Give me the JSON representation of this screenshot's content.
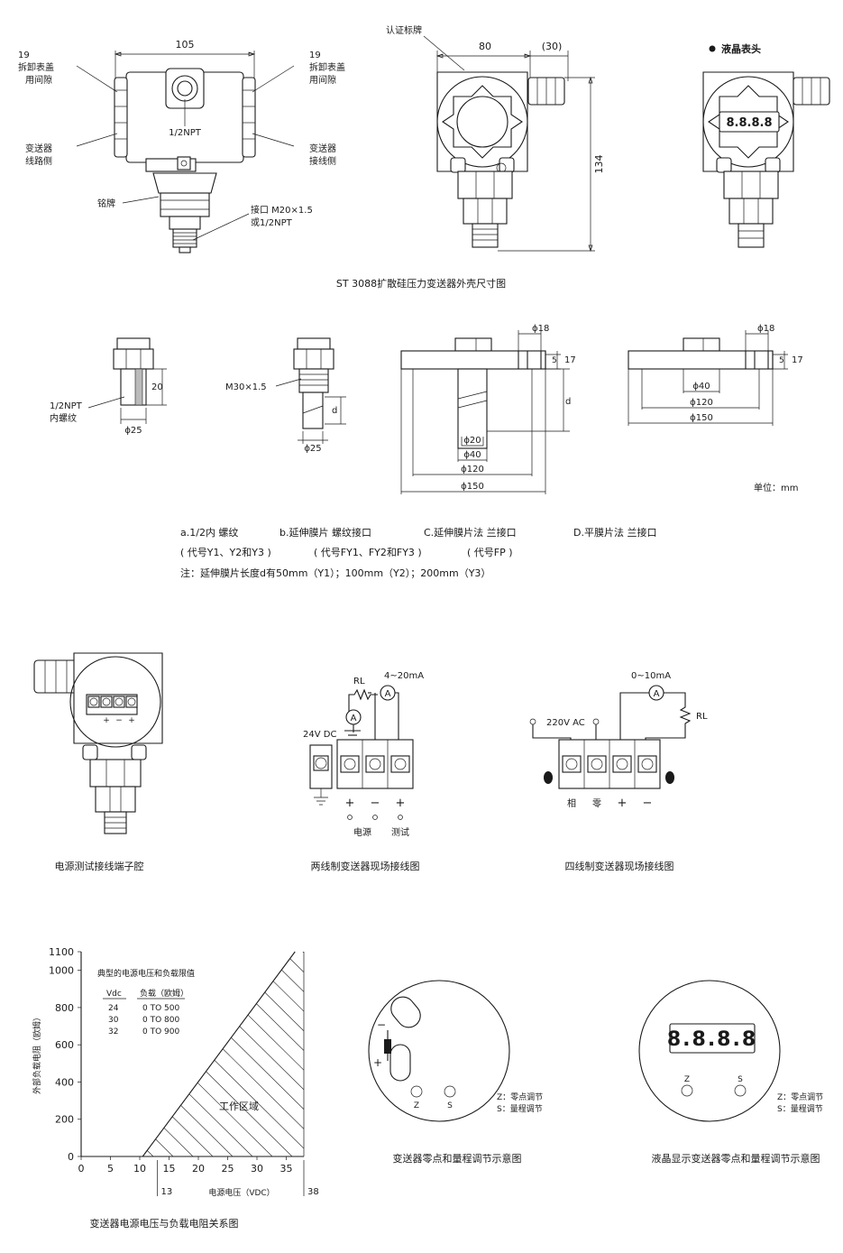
{
  "dims_top": {
    "w105": "105",
    "w80": "80",
    "w30": "(30)",
    "h134": "134",
    "npt": "1/2NPT",
    "gap_l_1": "19",
    "gap_l_2": "拆卸表盖",
    "gap_l_3": "用间隙",
    "gap_r_1": "19",
    "gap_r_2": "拆卸表盖",
    "gap_r_3": "用间隙",
    "wire_l_1": "变送器",
    "wire_l_2": "线路侧",
    "wire_r_1": "变送器",
    "wire_r_2": "接线侧",
    "nameplate": "铭牌",
    "port_1": "接口 M20×1.5",
    "port_2": "或1/2NPT",
    "cert": "认证标牌",
    "lcd_head": "液晶表头",
    "title": "ST 3088扩散硅压力变送器外壳尺寸图"
  },
  "connections": {
    "a_npt_1": "1/2NPT",
    "a_npt_2": "内螺纹",
    "a_20": "20",
    "a_25": "ϕ25",
    "b_m30": "M30×1.5",
    "b_d": "d",
    "b_25": "ϕ25",
    "c_18": "ϕ18",
    "c_5": "5",
    "c_17": "17",
    "c_d": "d",
    "c_20": "ϕ20",
    "c_40": "ϕ40",
    "c_120": "ϕ120",
    "c_150": "ϕ150",
    "d_18": "ϕ18",
    "d_5": "5",
    "d_17": "17",
    "d_40": "ϕ40",
    "d_120": "ϕ120",
    "d_150": "ϕ150",
    "unit": "单位：mm",
    "cap_a": "a.1/2内 螺纹",
    "cap_b": "b.延伸膜片 螺纹接口",
    "cap_c": "C.延伸膜片法 兰接口",
    "cap_d": "D.平膜片法 兰接口",
    "code_b": "( 代号Y1、Y2和Y3 )",
    "code_c": "( 代号FY1、FY2和FY3 )",
    "code_d": "( 代号FP )",
    "note": "注：延伸膜片长度d有50mm（Y1）；100mm（Y2）；200mm（Y3）"
  },
  "wiring": {
    "terminal_caption": "电源测试接线端子腔",
    "two_wire_caption": "两线制变送器现场接线图",
    "four_wire_caption": "四线制变送器现场接线图",
    "tw_rl": "RL",
    "tw_ma": "4~20mA",
    "tw_dc": "24V DC",
    "tw_a1": "A",
    "tw_a2": "A",
    "tw_plus": "+",
    "tw_minus": "−",
    "tw_test_plus": "+",
    "tw_power": "电源",
    "tw_test": "测试",
    "fw_ma": "0~10mA",
    "fw_a": "A",
    "fw_rl": "RL",
    "fw_ac": "220V AC",
    "fw_phase": "相",
    "fw_zero": "零",
    "fw_plus": "+",
    "fw_minus": "−",
    "term_plus1": "+",
    "term_minus": "−",
    "term_plus2": "+"
  },
  "chart_labels": {
    "legend_title": "典型的电源电压和负载限值",
    "col_v": "Vdc",
    "col_load": "负载（欧姆）",
    "rows": [
      [
        "24",
        "0 TO 500"
      ],
      [
        "30",
        "0 TO 800"
      ],
      [
        "32",
        "0 TO 900"
      ]
    ],
    "work_area": "工作区域",
    "xlabel": "电源电压（VDC）",
    "ylabel": "外部负载电阻（欧姆）",
    "mark_13": "13",
    "mark_38": "38",
    "caption": "变送器电源电压与负载电阻关系图"
  },
  "chart_data": {
    "type": "area",
    "x_ticks": [
      0,
      5,
      10,
      15,
      20,
      25,
      30,
      35
    ],
    "y_ticks": [
      0,
      200,
      400,
      600,
      800,
      1000,
      1100
    ],
    "xlim": [
      0,
      38
    ],
    "ylim": [
      0,
      1100
    ],
    "boundary": {
      "x": [
        10.5,
        36.5
      ],
      "y": [
        0,
        1100
      ]
    },
    "table": [
      [
        24,
        500
      ],
      [
        30,
        800
      ],
      [
        32,
        900
      ]
    ]
  },
  "adjust": {
    "z": "Z",
    "s": "S",
    "z2": "Z",
    "s2": "S",
    "minus": "−",
    "plus": "+",
    "legend_z": "Z：零点调节",
    "legend_s": "S：量程调节",
    "legend_z2": "Z：零点调节",
    "legend_s2": "S：量程调节",
    "lcd_digits": "8.8.8.8",
    "caption_1": "变送器零点和量程调节示意图",
    "caption_2": "液晶显示变送器零点和量程调节示意图"
  }
}
